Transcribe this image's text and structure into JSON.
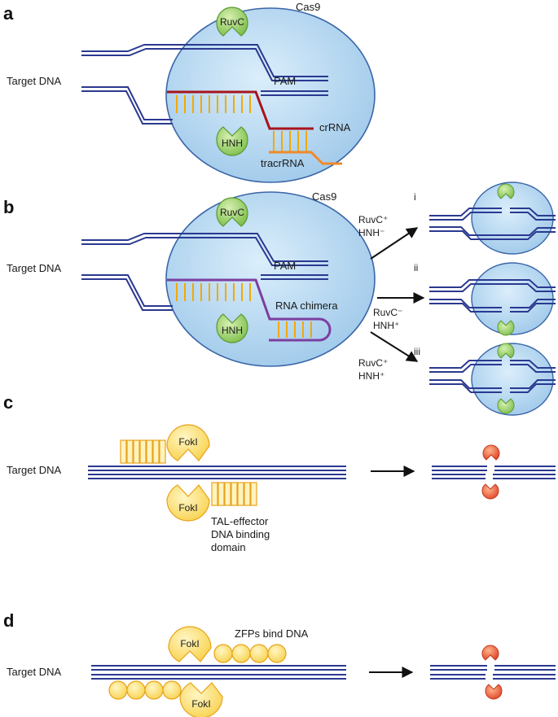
{
  "panels": {
    "a": "a",
    "b": "b",
    "c": "c",
    "d": "d"
  },
  "labels": {
    "target_dna": "Target DNA",
    "cas9": "Cas9",
    "ruvc": "RuvC",
    "hnh": "HNH",
    "pam": "PAM",
    "crrna": "crRNA",
    "tracrrna": "tracrRNA",
    "rna_chimera": "RNA chimera",
    "fokl": "FokI",
    "tal_line1": "TAL-effector",
    "tal_line2": "DNA binding",
    "tal_line3": "domain",
    "zfps": "ZFPs bind DNA"
  },
  "panel_b_outcomes": [
    {
      "roman": "i",
      "ruvc": "RuvC⁺",
      "hnh": "HNH⁻"
    },
    {
      "roman": "ii",
      "ruvc": "RuvC⁻",
      "hnh": "HNH⁺"
    },
    {
      "roman": "iii",
      "ruvc": "RuvC⁺",
      "hnh": "HNH⁺"
    }
  ],
  "colors": {
    "dna": "#2b3990",
    "cas9_fill": "#b9d8f0",
    "cas9_stroke": "#3b66a8",
    "enzyme_green": "#9ccc65",
    "crrna": "#a8141c",
    "tracrrna": "#f08a2b",
    "chimera": "#7b3fa0",
    "rungs": "#f2a900",
    "fokl_fill": "#ffe680",
    "fokl_stroke": "#e8a21a",
    "cut": "#e0452b"
  }
}
